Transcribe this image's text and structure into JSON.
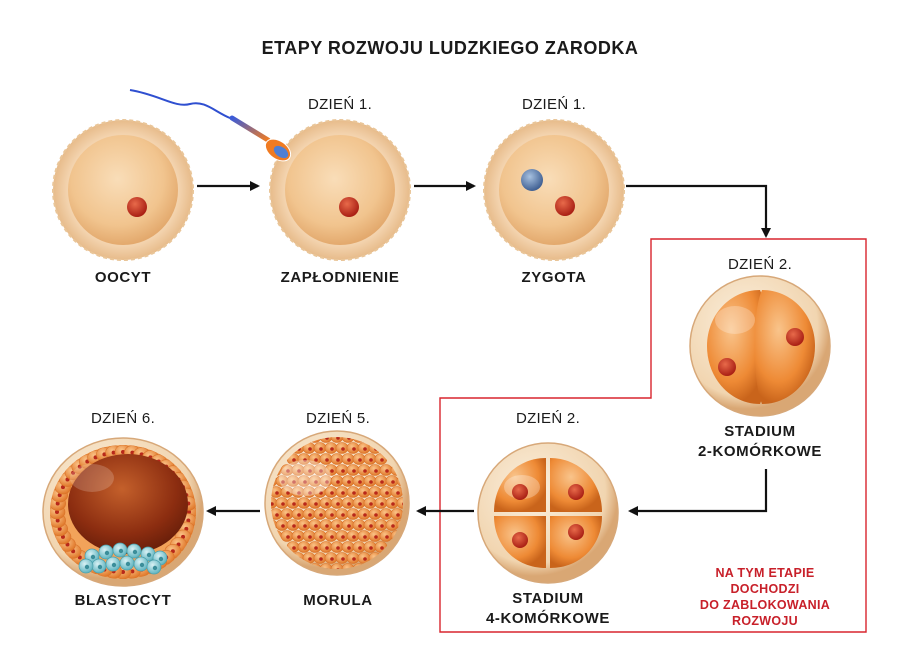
{
  "title": "ETAPY ROZWOJU LUDZKIEGO ZARODKA",
  "stages": {
    "oocyte": {
      "label": "OOCYT"
    },
    "fertilization": {
      "day": "DZIEŃ 1.",
      "label": "ZAPŁODNIENIE"
    },
    "zygote": {
      "day": "DZIEŃ 1.",
      "label": "ZYGOTA"
    },
    "two_cell": {
      "day": "DZIEŃ 2.",
      "label_line1": "STADIUM",
      "label_line2": "2-KOMÓRKOWE"
    },
    "four_cell": {
      "day": "DZIEŃ 2.",
      "label_line1": "STADIUM",
      "label_line2": "4-KOMÓRKOWE"
    },
    "morula": {
      "day": "DZIEŃ 5.",
      "label": "MORULA"
    },
    "blastocyst": {
      "day": "DZIEŃ 6.",
      "label": "BLASTOCYT"
    }
  },
  "block_note": {
    "line1": "NA TYM ETAPIE",
    "line2": "DOCHODZI",
    "line3": "DO ZABLOKOWANIA",
    "line4": "ROZWOJU"
  },
  "colors": {
    "highlight_border": "#d8252e",
    "note_text": "#c8202a",
    "cell_outer": "#f3d3ae",
    "cell_inner": "#f0c48f",
    "nucleus": "#c8321e",
    "male_pronucleus": "#5a7fb0",
    "blastomere": "#ee8a35",
    "inner_cell_mass": "#7fc9d2"
  }
}
